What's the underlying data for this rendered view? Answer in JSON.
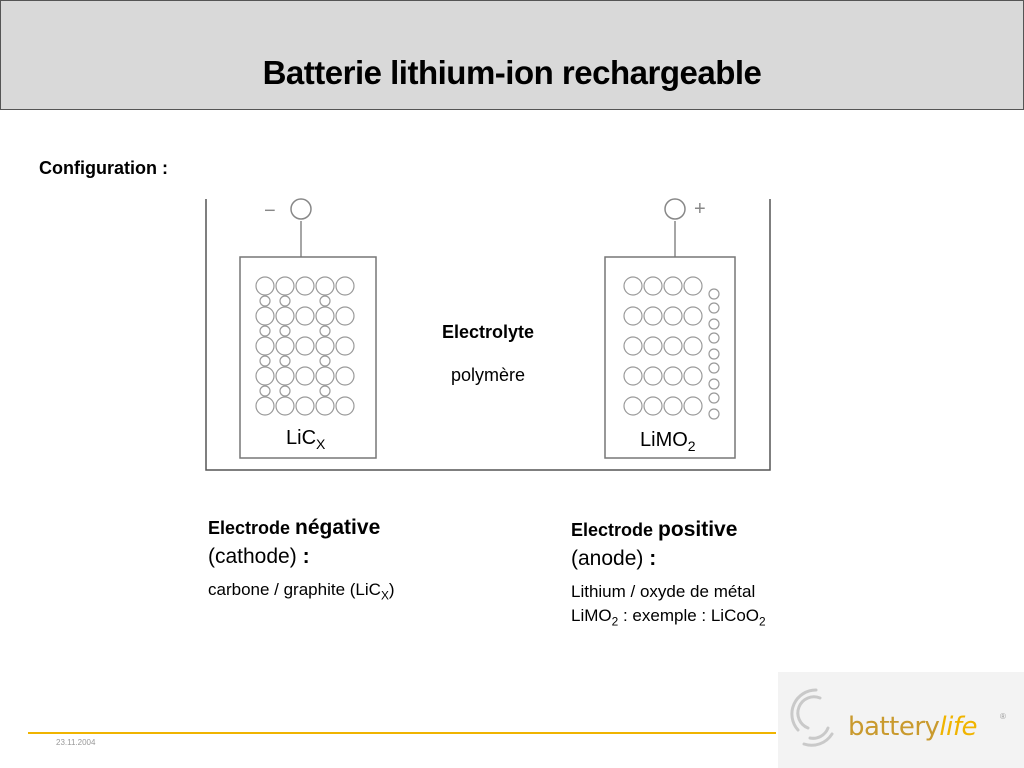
{
  "slide": {
    "title": "Batterie lithium-ion rechargeable",
    "section_label": "Configuration :",
    "date": "23.11.2004"
  },
  "diagram": {
    "negative_symbol": "−",
    "positive_symbol": "+",
    "left_electrode_label": "LiC",
    "left_electrode_sub": "X",
    "right_electrode_label": "LiMO",
    "right_electrode_sub": "2",
    "electrolyte_title": "Electrolyte",
    "electrolyte_subtitle": "polymère"
  },
  "negative": {
    "heading_word": "Electrode",
    "heading_emph": "négative",
    "role": "(cathode)",
    "colon": ":",
    "material": "carbone / graphite (LiC",
    "material_sub": "X",
    "material_end": ")"
  },
  "positive": {
    "heading_word": "Electrode",
    "heading_emph": "positive",
    "role": "(anode)",
    "colon": ":",
    "line1": "Lithium / oxyde de métal",
    "line2_a": "LiMO",
    "line2_a_sub": "2",
    "line2_b": " : exemple : LiCoO",
    "line2_b_sub": "2"
  },
  "logo": {
    "brand_a": "battery",
    "brand_b": "life",
    "registered": "®"
  },
  "colors": {
    "title_bg": "#d9d9d9",
    "accent": "#f0b400"
  }
}
